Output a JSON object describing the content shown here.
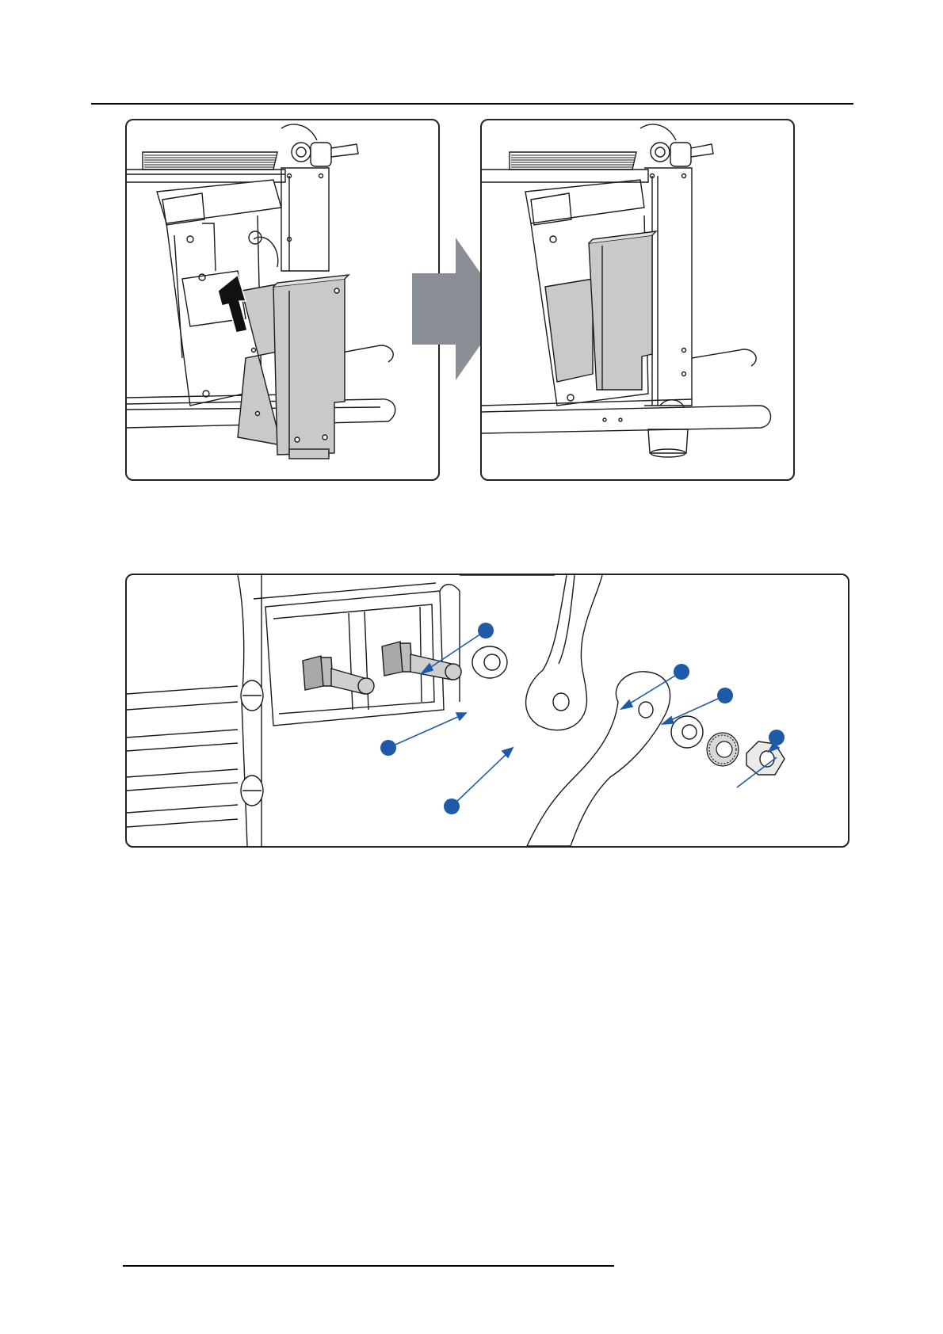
{
  "page": {
    "figures": [
      {
        "name": "before-install",
        "caption": ""
      },
      {
        "name": "after-install",
        "caption": ""
      },
      {
        "name": "ground-connection-detail",
        "caption": ""
      }
    ]
  },
  "colors": {
    "line": "#1a1a1a",
    "cover_fill": "#c9c9c9",
    "arrow_fill": "#8a8f96",
    "callout": "#1e5aa8"
  },
  "icons": {
    "process_arrow": "right-arrow-icon",
    "insertion_arrow": "push-arrow-icon"
  },
  "callouts": [
    {
      "id": "callout-stud",
      "label": ""
    },
    {
      "id": "callout-flat-washer",
      "label": ""
    },
    {
      "id": "callout-cable-lug-1",
      "label": ""
    },
    {
      "id": "callout-cable-lug-2",
      "label": ""
    },
    {
      "id": "callout-washer-2",
      "label": ""
    },
    {
      "id": "callout-nut",
      "label": ""
    }
  ]
}
